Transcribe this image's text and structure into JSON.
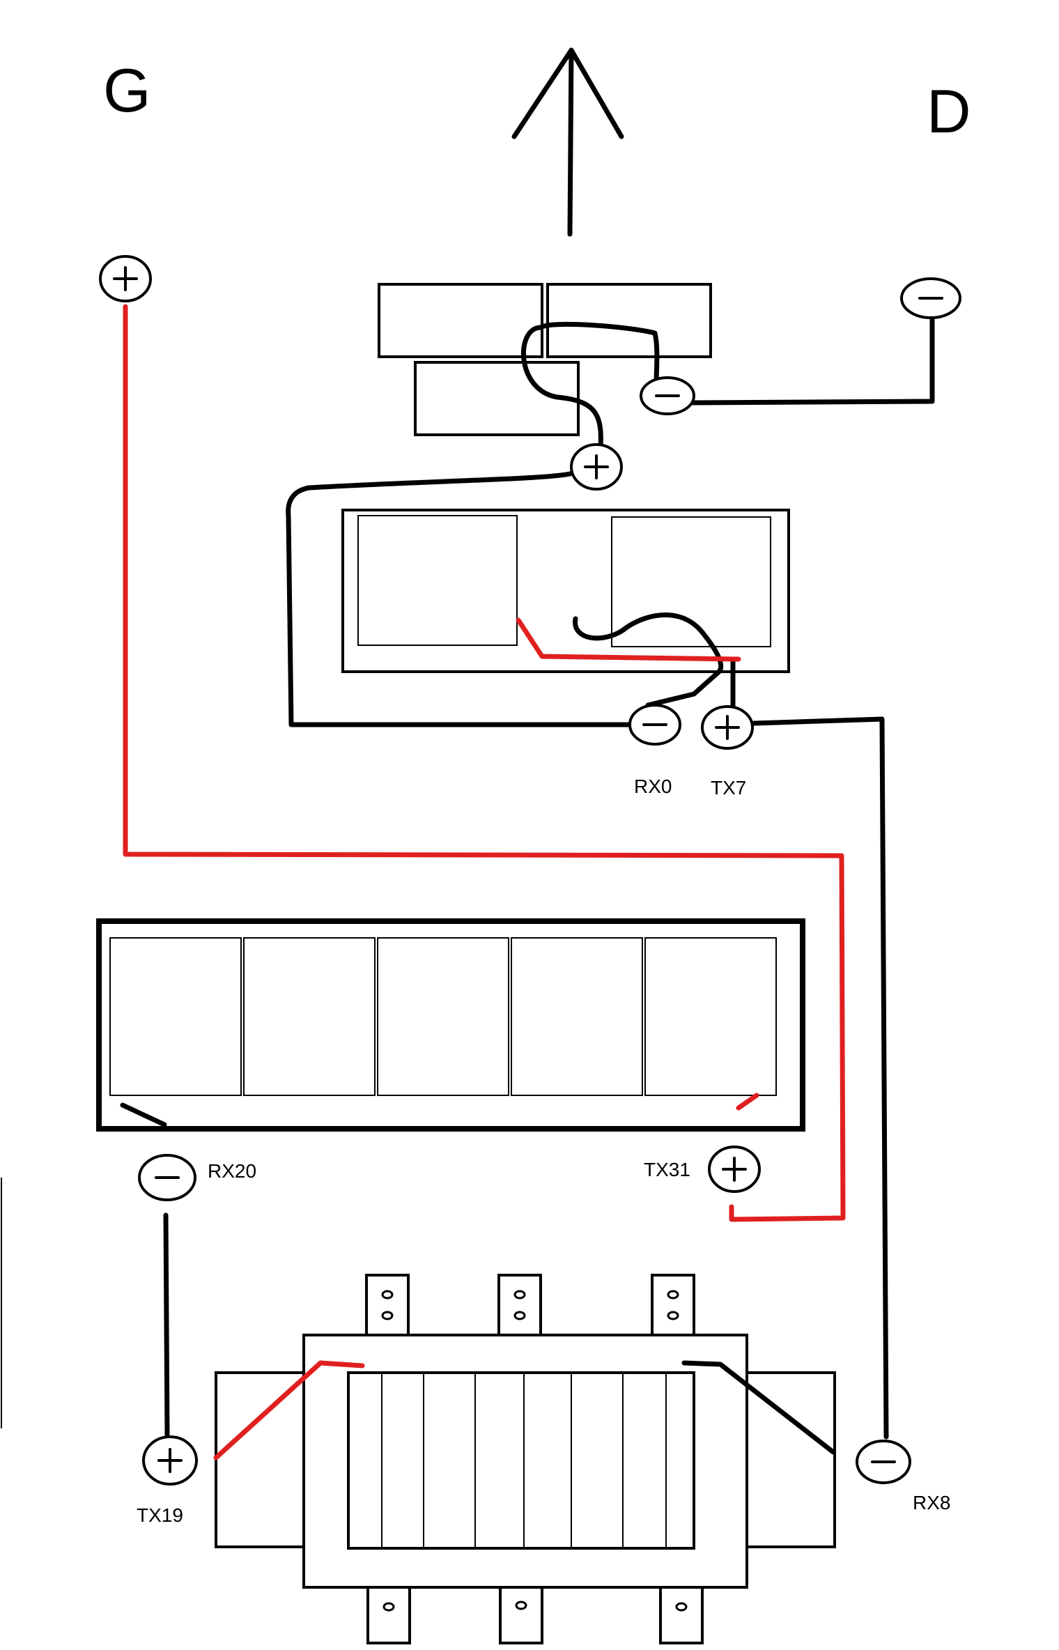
{
  "corners": {
    "left": "G",
    "right": "D"
  },
  "terminals": {
    "rx0": "RX0",
    "tx7": "TX7",
    "rx20": "RX20",
    "tx31": "TX31",
    "tx19": "TX19",
    "rx8": "RX8"
  },
  "colors": {
    "black_wire": "#000000",
    "red_wire": "#e02020"
  },
  "icons": [
    "up-arrow-icon",
    "plus-terminal-icon",
    "minus-terminal-icon"
  ]
}
